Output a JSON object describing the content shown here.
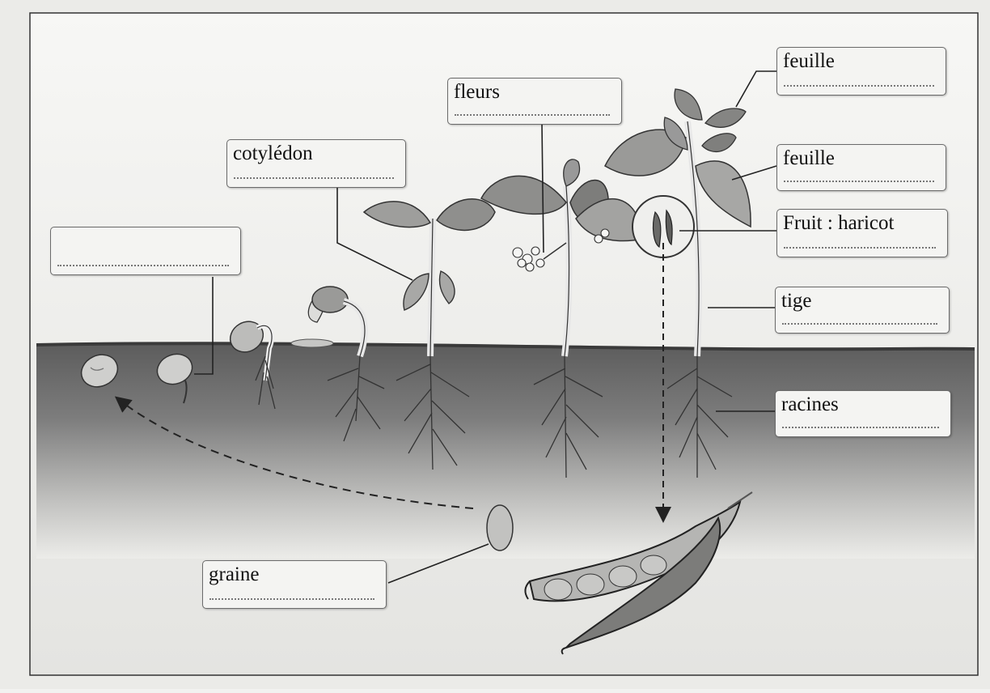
{
  "labels": {
    "blank": "",
    "cotyledon": "cotylédon",
    "fleurs": "fleurs",
    "feuille_top": "feuille",
    "feuille_mid": "feuille",
    "fruit": "Fruit : haricot",
    "tige": "tige",
    "racines": "racines",
    "graine": "graine"
  },
  "colors": {
    "paper": "#f2f2f0",
    "soil_dark": "#6e6e6e",
    "leaf": "#8c8c8c",
    "stem": "#d9d9d9",
    "line": "#222222"
  }
}
